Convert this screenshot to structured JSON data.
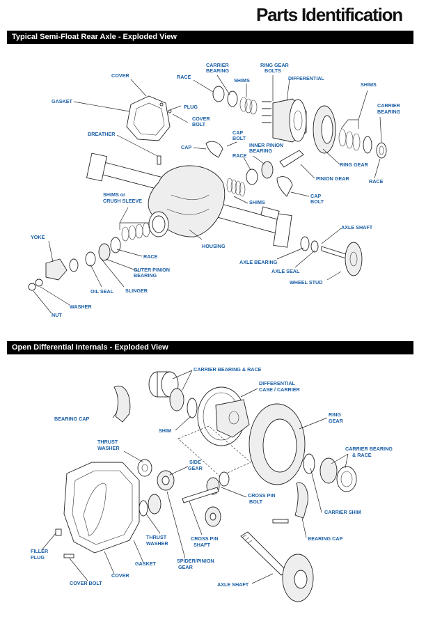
{
  "page": {
    "title": "Parts Identification",
    "section1_title": "Typical Semi-Float Rear Axle - Exploded View",
    "section2_title": "Open Differential Internals - Exploded View"
  },
  "colors": {
    "label": "#1b5fa6",
    "bar": "#000000"
  },
  "section1_labels": {
    "cover": "COVER",
    "race_top": "RACE",
    "carrier_bearing_1": "CARRIER",
    "carrier_bearing_2": "BEARING",
    "ring_gear_bolts_1": "RING GEAR",
    "ring_gear_bolts_2": "BOLTS",
    "shims_top": "SHIMS",
    "differential": "DIFFERENTIAL",
    "shims_right": "SHIMS",
    "carrier_bearing_r1": "CARRIER",
    "carrier_bearing_r2": "BEARING",
    "gasket": "GASKET",
    "plug": "PLUG",
    "cover_bolt_1": "COVER",
    "cover_bolt_2": "BOLT",
    "breather": "BREATHER",
    "cap_bolt_1": "CAP",
    "cap_bolt_2": "BOLT",
    "cap": "CAP",
    "inner_pinion_1": "INNER PINION",
    "inner_pinion_2": "BEARING",
    "race_mid": "RACE",
    "ring_gear": "RING GEAR",
    "pinion_gear": "PINION GEAR",
    "race_right": "RACE",
    "shims_crush_1": "SHIMS or",
    "shims_crush_2": "CRUSH SLEEVE",
    "shims_mid": "SHIMS",
    "cap_bolt_b1": "CAP",
    "cap_bolt_b2": "BOLT",
    "axle_shaft": "AXLE SHAFT",
    "yoke": "YOKE",
    "race_low": "RACE",
    "housing": "HOUSING",
    "axle_bearing": "AXLE BEARING",
    "outer_pinion_1": "OUTER PINION",
    "outer_pinion_2": "BEARING",
    "axle_seal": "AXLE SEAL",
    "oil_seal": "OIL SEAL",
    "slinger": "SLINGER",
    "wheel_stud": "WHEEL STUD",
    "washer": "WASHER",
    "nut": "NUT"
  },
  "section2_labels": {
    "carrier_bearing_race": "CARRIER BEARING & RACE",
    "diff_case_1": "DIFFERENTIAL",
    "diff_case_2": "CASE / CARRIER",
    "bearing_cap": "BEARING CAP",
    "shim": "SHIM",
    "ring_gear_1": "RING",
    "ring_gear_2": "GEAR",
    "thrust_washer_top_1": "THRUST",
    "thrust_washer_top_2": "WASHER",
    "side_gear_1": "SIDE",
    "side_gear_2": "GEAR",
    "carrier_bearing_race_r1": "CARRIER BEARING",
    "carrier_bearing_race_r2": "& RACE",
    "cross_pin_bolt_1": "CROSS PIN",
    "cross_pin_bolt_2": "BOLT",
    "carrier_shim": "CARRIER SHIM",
    "thrust_washer_low_1": "THRUST",
    "thrust_washer_low_2": "WASHER",
    "cross_pin_shaft_1": "CROSS PIN",
    "cross_pin_shaft_2": "SHAFT",
    "bearing_cap_right": "BEARING CAP",
    "filler_plug_1": "FILLER",
    "filler_plug_2": "PLUG",
    "gasket": "GASKET",
    "spider_pinion_1": "SPIDER/PINION",
    "spider_pinion_2": "GEAR",
    "cover": "COVER",
    "cover_bolt": "COVER BOLT",
    "axle_shaft": "AXLE SHAFT"
  }
}
